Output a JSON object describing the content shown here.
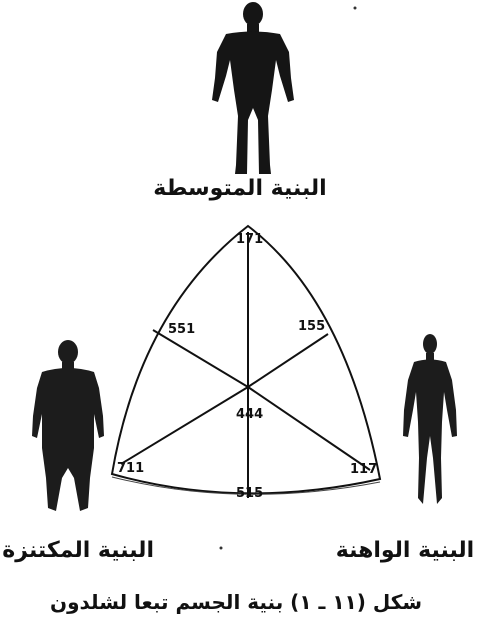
{
  "labels": {
    "mesomorph": "البنية المتوسطة",
    "endomorph": "البنية المكتنزة",
    "ectomorph": "البنية الواهنة"
  },
  "caption": "شكل (١١ ـ ١) بنية الجسم تبعا لشلدون",
  "somatotypes": {
    "top": "171",
    "upper_left": "551",
    "upper_right": "155",
    "center": "444",
    "bottom_left": "711",
    "bottom_right": "117",
    "bottom": "515"
  },
  "colors": {
    "ink": "#111111",
    "background": "#ffffff"
  },
  "icons": {
    "mesomorph_figure": "athletic-body-icon",
    "endomorph_figure": "stout-body-icon",
    "ectomorph_figure": "slender-body-icon"
  }
}
